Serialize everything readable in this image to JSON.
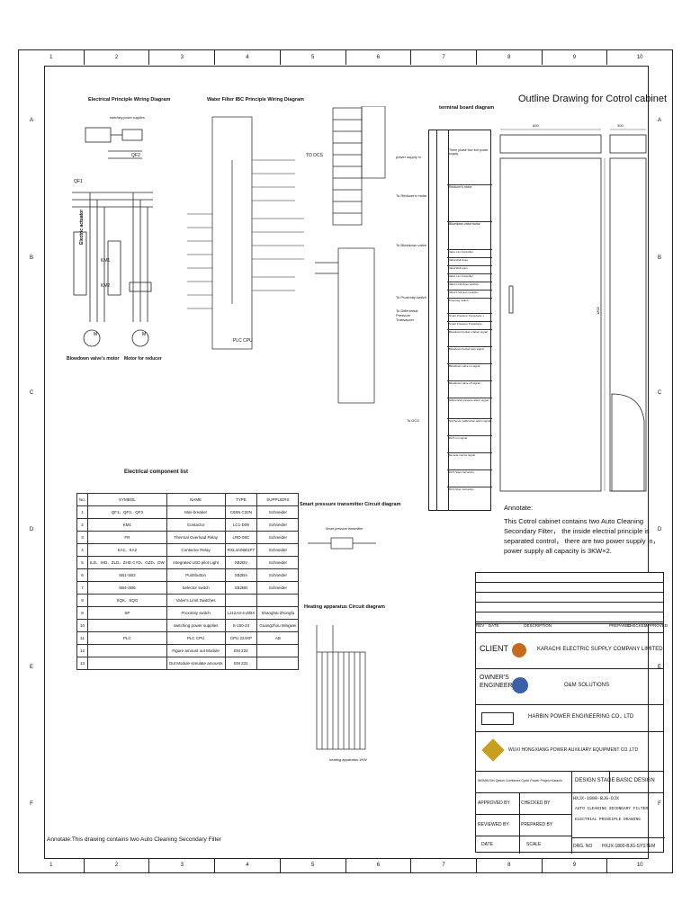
{
  "columns": [
    "1",
    "2",
    "3",
    "4",
    "5",
    "6",
    "7",
    "8",
    "9",
    "10"
  ],
  "rows": [
    "A",
    "B",
    "C",
    "D",
    "E",
    "F"
  ],
  "titles": {
    "electrical_wiring": "Electrical Principle Wiring Diagram",
    "water_filter": "Water Filter IBC Principle Wiring Diagram",
    "terminal": "terminal board diagram",
    "outline": "Outline Drawing for Cotrol cabinet",
    "component_list": "Electrical component list",
    "smart_pressure": "Smart pressure transmitter Circuit diagram",
    "heating": "Heating apparatus Circuit diagram"
  },
  "wiring_labels": {
    "power_supply": "switching power supplies",
    "qf2": "QF2",
    "qf1": "QF1",
    "actuator": "Electric actuator",
    "km1": "KM1",
    "km2": "KM2",
    "motor1": "Blowdown valve's motor",
    "motor2": "Motor for reducer",
    "to_dcs": "TO DCS",
    "plc_label": "PLC CPU",
    "smart_transmitter": "Smart pressure transmitter",
    "heating_apparatus": "heating apparatus 1KW"
  },
  "terminal_sides": {
    "power": "power supply in",
    "reducer": "To Reducer's motor",
    "blowdown": "To Blowdown valve",
    "proximity": "To Proximity switch",
    "dp": "To Differential Pressure Transducer",
    "dcs": "To DCS"
  },
  "terminal_items": [
    "Three phase four line power supply",
    "Reducer's motor",
    "Blowdown valve'motor",
    "Valve Lim Controller",
    "Valve'sfull close",
    "Valve'sfull open",
    "Valve Lim Controller",
    "Valve's full close position",
    "Valve's full open position",
    "Proximity switch",
    "Smart Pressure Transducer +",
    "Smart Pressure Transducer -",
    "Blowdown bucket rotation signal",
    "Blowdown bucket stop signal",
    "Blowdown valve on signal",
    "Blowdown valve off signal",
    "Differential pressure alarm signal",
    "Synthesis malfunction alarm signal",
    "DCS run signal",
    "Remote control signal",
    "DCS Start instruction",
    "DCS Stop instruction"
  ],
  "outline_dims": {
    "width": "600",
    "depth": "300",
    "height": "1800"
  },
  "annotate_cabinet": {
    "title": "Annotate:",
    "text": "This Cotrol cabinet contains two Auto Cleaning Secondary Filter， the inside electrial principle is separated control， there are two power supply in， power supply all capacity is 3KW×2."
  },
  "component_table": {
    "headers": [
      "No.",
      "SYMBOL",
      "NAME",
      "TYPE",
      "SUPPLIERS"
    ],
    "rows": [
      [
        "1",
        "QF1、QF2、QF3",
        "Mini-breaker",
        "C65N C32N",
        "Schneider"
      ],
      [
        "2",
        "KM1",
        "Contactor",
        "LC1-D09",
        "Schneider"
      ],
      [
        "3",
        "FR",
        "Thermal Overload Relay",
        "LRD-08C",
        "Schneider"
      ],
      [
        "4",
        "KA1、KA2",
        "Contactor Relay",
        "RXL4A06B1P7",
        "Schneider"
      ],
      [
        "5",
        "ILD、IHD、ZLD、ZHD CYD、GZD、DW",
        "Integrated LED pilot Light",
        "XB2BV",
        "Schneider"
      ],
      [
        "6",
        "SB1-SB3",
        "Pushbutton",
        "XB2BA",
        "Schneider"
      ],
      [
        "7",
        "SB4-SB6",
        "Selector switch",
        "XB2BD",
        "Schneider"
      ],
      [
        "8",
        "SQK、SQG",
        "Valve's Limit Switches",
        "",
        ""
      ],
      [
        "9",
        "SP",
        "Proximity switch",
        "LJ12A3-4-Z/BX",
        "Shanghai Zhongfu"
      ],
      [
        "10",
        "",
        "switching power supplies",
        "S-150-24",
        "Guangzhou Mingwei"
      ],
      [
        "11",
        "PLC",
        "PLC CPU",
        "CPU 224XP",
        "AB"
      ],
      [
        "12",
        "",
        "Figure amount out Module",
        "EM 222",
        ""
      ],
      [
        "13",
        "",
        "Out Module simulate amounts",
        "EM 231",
        ""
      ]
    ]
  },
  "title_block": {
    "rev_headers": [
      "REV",
      "DATE",
      "DESCRIPTION",
      "PREPARED",
      "CHECKED",
      "APPROVED"
    ],
    "client_label": "CLIENT",
    "client_name": "KARACHI ELECTRIC SUPPLY COMPANY LIMITED",
    "owner_label": "OWNER'S ENGINEER",
    "owner_name": "O&M SOLUTIONS",
    "contractor": "HARBIN POWER ENGINEERING CO., LTD",
    "manufacturer": "WUXI HONGXIANG POWER AUXILIARY EQUIPMENT CO.,LTD",
    "project": "560MW Bin Qasim Combined Cycle Power Project Karachi",
    "stage_label": "DESIGN STAGE",
    "stage_value": "BASIC  DESIGN",
    "approved_by": "APPROVED BY",
    "checked_by": "CHECKED BY",
    "reviewed_by": "REVIEWED BY",
    "prepared_by": "PREPARED BY",
    "date_label": "DATE",
    "scale_label": "SCALE",
    "dwg_label": "DRG. NO",
    "drawing_no": "HXJX-1800-BJG-SYSTEM",
    "doc_code": "HXJX-1800-BJG-DJX",
    "title_line1": "AUTO CLEANING SECONDARY FILTER",
    "title_line2": "ELECTRIAL PRINCIPLE DRAWING"
  },
  "annotate_bottom": "Annotate:This drawing contains two Auto Cleaning Secondary Filter"
}
